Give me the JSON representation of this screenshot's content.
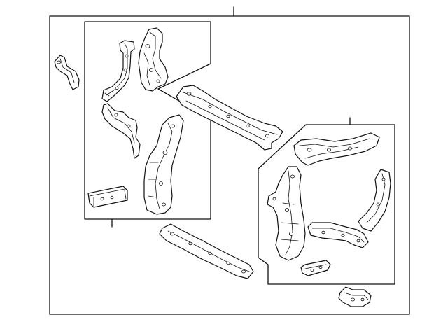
{
  "diagram": {
    "type": "exploded parts diagram",
    "labels": [],
    "parts": [
      "upper-left-small-bracket",
      "inner-left-upper-support",
      "inner-left-curved-panel",
      "inner-left-side-bracket",
      "inner-left-main-support",
      "inner-left-lower-block",
      "upper-crossmember",
      "lower-crossmember",
      "inner-right-curved-panel",
      "inner-right-main-support",
      "inner-right-side-bracket",
      "inner-right-upper-support",
      "inner-right-lower-block",
      "lower-right-small-bracket"
    ],
    "line_color": "#111111",
    "background": "#ffffff"
  }
}
